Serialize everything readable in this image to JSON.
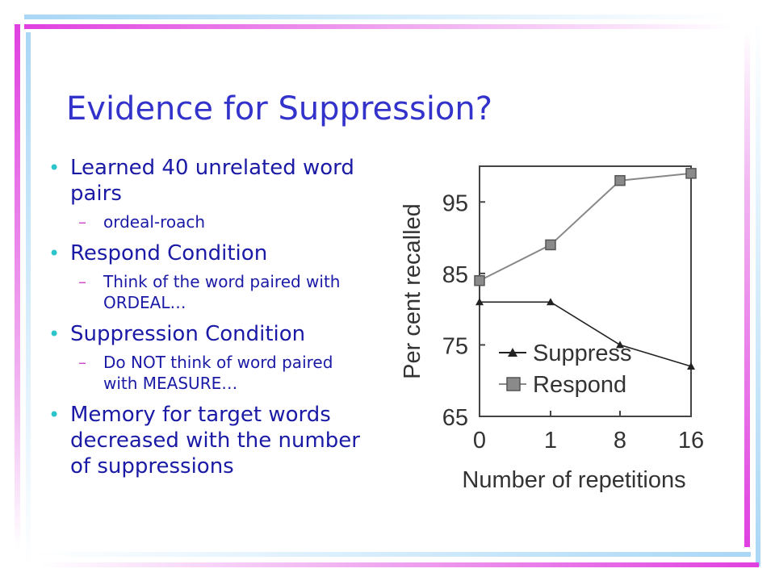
{
  "slide": {
    "title": "Evidence for Suppression?",
    "bullets": [
      {
        "text": "Learned 40 unrelated word pairs",
        "subs": [
          "ordeal-roach"
        ]
      },
      {
        "text": "Respond Condition",
        "subs": [
          "Think of the word paired with ORDEAL…"
        ]
      },
      {
        "text": "Suppression Condition",
        "subs": [
          "Do NOT think of word paired with MEASURE…"
        ]
      },
      {
        "text": "Memory for target words decreased with the number of suppressions",
        "subs": []
      }
    ],
    "bullet_glyph": "•",
    "sub_glyph": "–"
  },
  "colors": {
    "title": "#3333cc",
    "text": "#1a1aa6",
    "bullet": "#2ec4cc",
    "sub_dash": "#d048d0",
    "accent_magenta": "#e040e0",
    "accent_cyan": "#a9d7f5"
  },
  "chart_data": {
    "type": "line",
    "categories": [
      "0",
      "1",
      "8",
      "16"
    ],
    "series": [
      {
        "name": "Suppress",
        "values": [
          81,
          81,
          75,
          72
        ],
        "marker": "triangle",
        "color": "#222222"
      },
      {
        "name": "Respond",
        "values": [
          84,
          89,
          98,
          99
        ],
        "marker": "square",
        "color": "#888888"
      }
    ],
    "xlabel": "Number of repetitions",
    "ylabel": "Per cent recalled",
    "yticks": [
      65,
      75,
      85,
      95
    ],
    "ylim": [
      65,
      100
    ],
    "legend_position": "bottom-left inside plot",
    "grid": false
  }
}
